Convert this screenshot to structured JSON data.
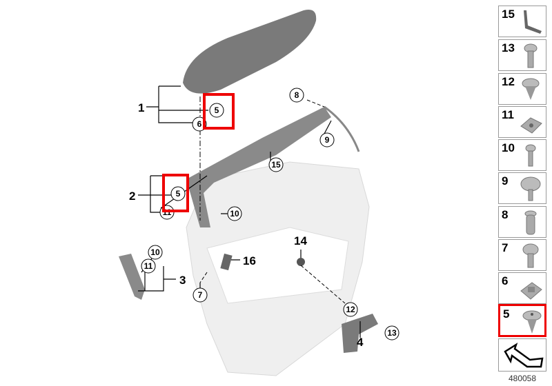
{
  "diagram": {
    "groups": [
      {
        "label": "1"
      },
      {
        "label": "2"
      },
      {
        "label": "3"
      },
      {
        "label": "4"
      }
    ],
    "callouts": [
      "5",
      "6",
      "5",
      "11",
      "8",
      "9",
      "15",
      "10",
      "10",
      "11",
      "16",
      "7",
      "14",
      "12",
      "13"
    ],
    "highlight_color": "#e00000"
  },
  "parts_list": [
    {
      "number": "15",
      "icon": "bracket-strip-icon"
    },
    {
      "number": "13",
      "icon": "screw-icon"
    },
    {
      "number": "12",
      "icon": "expanding-clip-icon"
    },
    {
      "number": "11",
      "icon": "clip-nut-icon"
    },
    {
      "number": "10",
      "icon": "screw-icon"
    },
    {
      "number": "9",
      "icon": "flat-head-screw-icon"
    },
    {
      "number": "8",
      "icon": "expanding-nut-icon"
    },
    {
      "number": "7",
      "icon": "screw-icon"
    },
    {
      "number": "6",
      "icon": "clip-icon"
    },
    {
      "number": "5",
      "icon": "expanding-rivet-icon",
      "highlighted": true
    }
  ],
  "diagram_number": "480058"
}
